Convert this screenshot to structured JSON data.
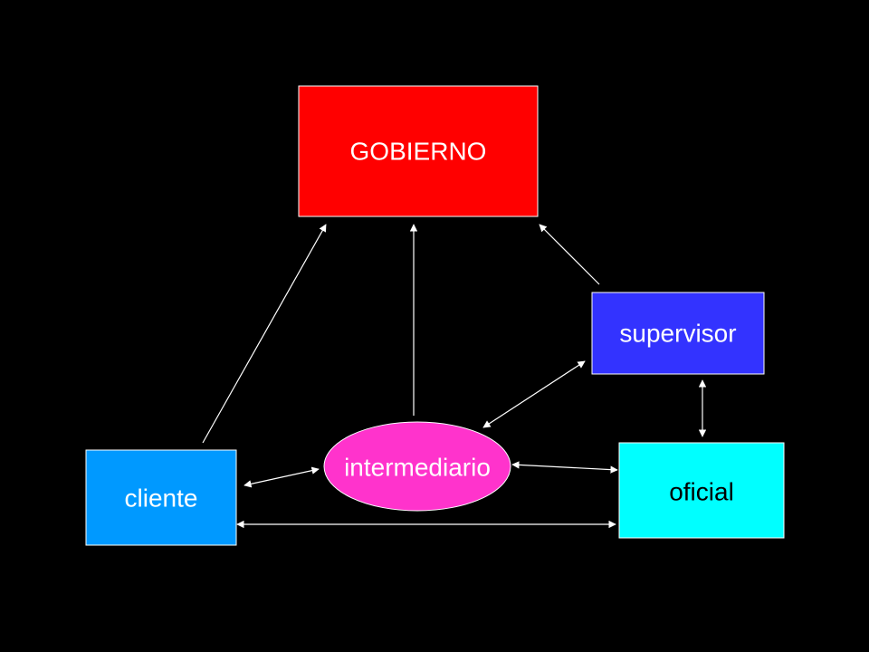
{
  "colors": {
    "background": "#000000",
    "gobierno": "#ff0000",
    "supervisor": "#3333ff",
    "oficial": "#00ffff",
    "cliente": "#0099ff",
    "intermediario": "#ff33cc",
    "connector": "#ffffff"
  },
  "nodes": {
    "gobierno": {
      "label": "GOBIERNO",
      "shape": "rectangle"
    },
    "supervisor": {
      "label": "supervisor",
      "shape": "rectangle"
    },
    "oficial": {
      "label": "oficial",
      "shape": "rectangle"
    },
    "cliente": {
      "label": "cliente",
      "shape": "rectangle"
    },
    "intermediario": {
      "label": "intermediario",
      "shape": "ellipse"
    }
  },
  "connections": [
    {
      "from": "cliente",
      "to": "gobierno",
      "direction": "one-way"
    },
    {
      "from": "intermediario",
      "to": "gobierno",
      "direction": "one-way"
    },
    {
      "from": "supervisor",
      "to": "gobierno",
      "direction": "one-way"
    },
    {
      "from": "supervisor",
      "to": "intermediario",
      "direction": "two-way"
    },
    {
      "from": "supervisor",
      "to": "oficial",
      "direction": "two-way"
    },
    {
      "from": "cliente",
      "to": "intermediario",
      "direction": "two-way"
    },
    {
      "from": "intermediario",
      "to": "oficial",
      "direction": "two-way"
    },
    {
      "from": "cliente",
      "to": "oficial",
      "direction": "two-way"
    }
  ]
}
